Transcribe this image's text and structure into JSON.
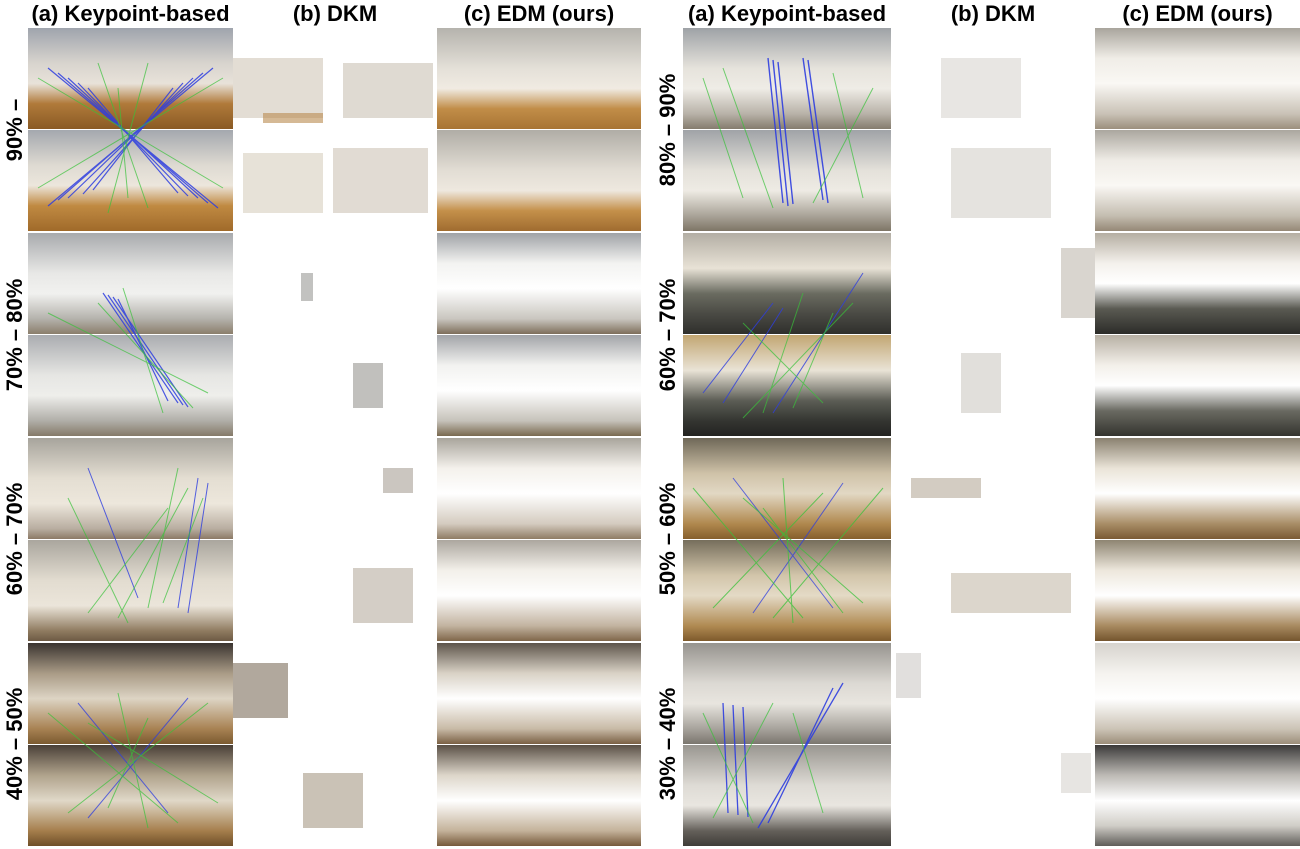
{
  "figure": {
    "headers": [
      "(a) Keypoint-based",
      "(b) DKM",
      "(c) EDM (ours)"
    ],
    "left_rows": [
      "90% –",
      "70% – 80%",
      "60% – 70%",
      "40% – 50%"
    ],
    "right_rows": [
      "80% – 90%",
      "60% – 70%",
      "50% – 60%",
      "30% – 40%"
    ]
  }
}
